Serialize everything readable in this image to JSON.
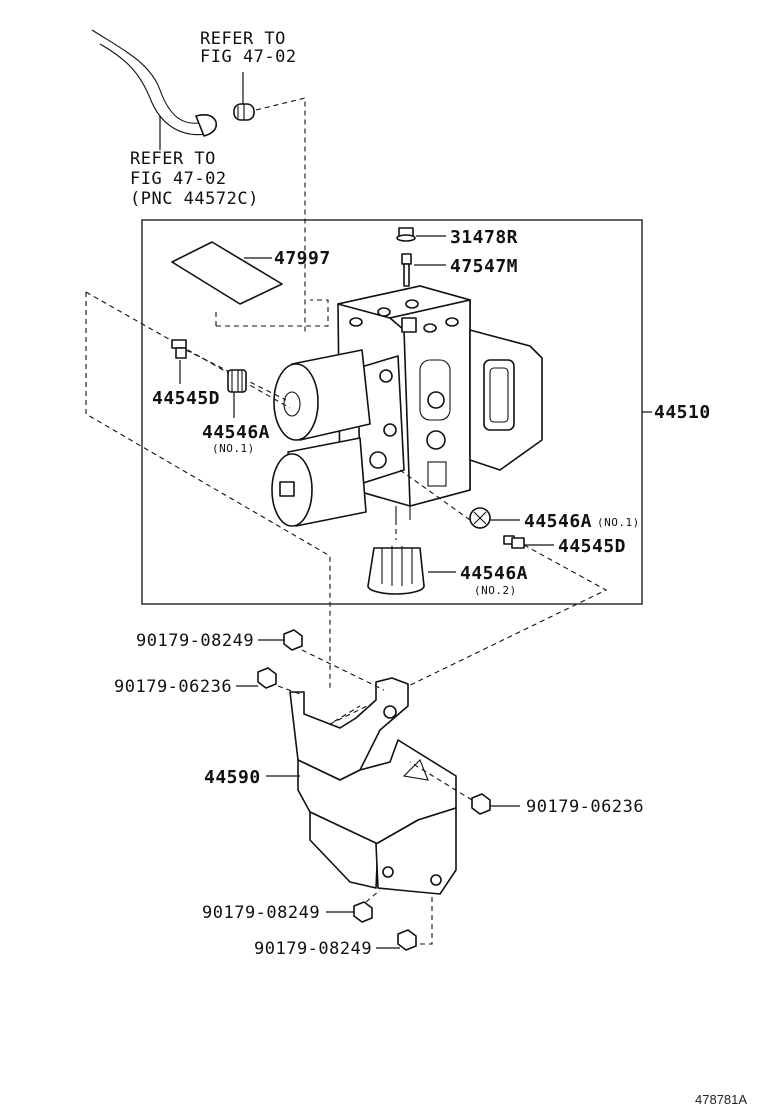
{
  "refs": {
    "top": {
      "line1": "REFER TO",
      "line2": "FIG 47-02"
    },
    "hose": {
      "line1": "REFER TO",
      "line2": "FIG 47-02",
      "line3": "(PNC 44572C)"
    }
  },
  "parts": {
    "p47997": "47997",
    "p31478R": "31478R",
    "p47547M": "47547M",
    "p44545D_left": "44545D",
    "p44546A_left": "44546A",
    "p44546A_left_note": "(NO.1)",
    "p44510": "44510",
    "p44546A_right": "44546A",
    "p44546A_right_note": "(NO.1)",
    "p44545D_right": "44545D",
    "p44546A_bottom": "44546A",
    "p44546A_bottom_note": "(NO.2)",
    "p90179_08249_a": "90179-08249",
    "p90179_06236_a": "90179-06236",
    "p44590": "44590",
    "p90179_06236_b": "90179-06236",
    "p90179_08249_b": "90179-08249",
    "p90179_08249_c": "90179-08249"
  },
  "diagram_id": "478781A"
}
